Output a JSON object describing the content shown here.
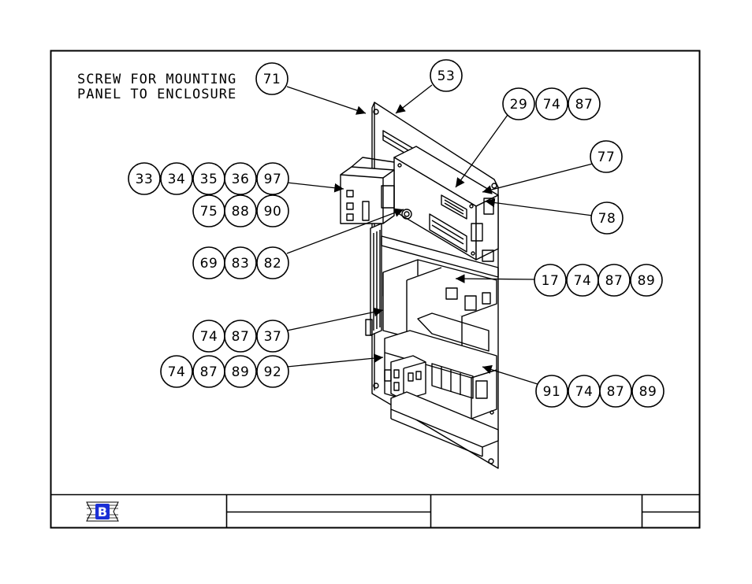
{
  "note": {
    "line1": "SCREW FOR MOUNTING",
    "line2": "PANEL TO ENCLOSURE"
  },
  "callouts": [
    {
      "id": "c71",
      "labels": [
        "71"
      ]
    },
    {
      "id": "c53",
      "labels": [
        "53"
      ]
    },
    {
      "id": "c29",
      "labels": [
        "29",
        "74",
        "87"
      ]
    },
    {
      "id": "c77",
      "labels": [
        "77"
      ]
    },
    {
      "id": "c33",
      "labels": [
        "33",
        "34",
        "35",
        "36",
        "97"
      ]
    },
    {
      "id": "c75",
      "labels": [
        "75",
        "88",
        "90"
      ]
    },
    {
      "id": "c78",
      "labels": [
        "78"
      ]
    },
    {
      "id": "c69",
      "labels": [
        "69",
        "83",
        "82"
      ]
    },
    {
      "id": "c17",
      "labels": [
        "17",
        "74",
        "87",
        "89"
      ]
    },
    {
      "id": "c74a",
      "labels": [
        "74",
        "87",
        "37"
      ]
    },
    {
      "id": "c74b",
      "labels": [
        "74",
        "87",
        "89",
        "92"
      ]
    },
    {
      "id": "c91",
      "labels": [
        "91",
        "74",
        "87",
        "89"
      ]
    }
  ],
  "logo": {
    "letter": "B",
    "color": "#1a2fd6"
  },
  "colors": {
    "line": "#000000",
    "background": "#ffffff"
  }
}
